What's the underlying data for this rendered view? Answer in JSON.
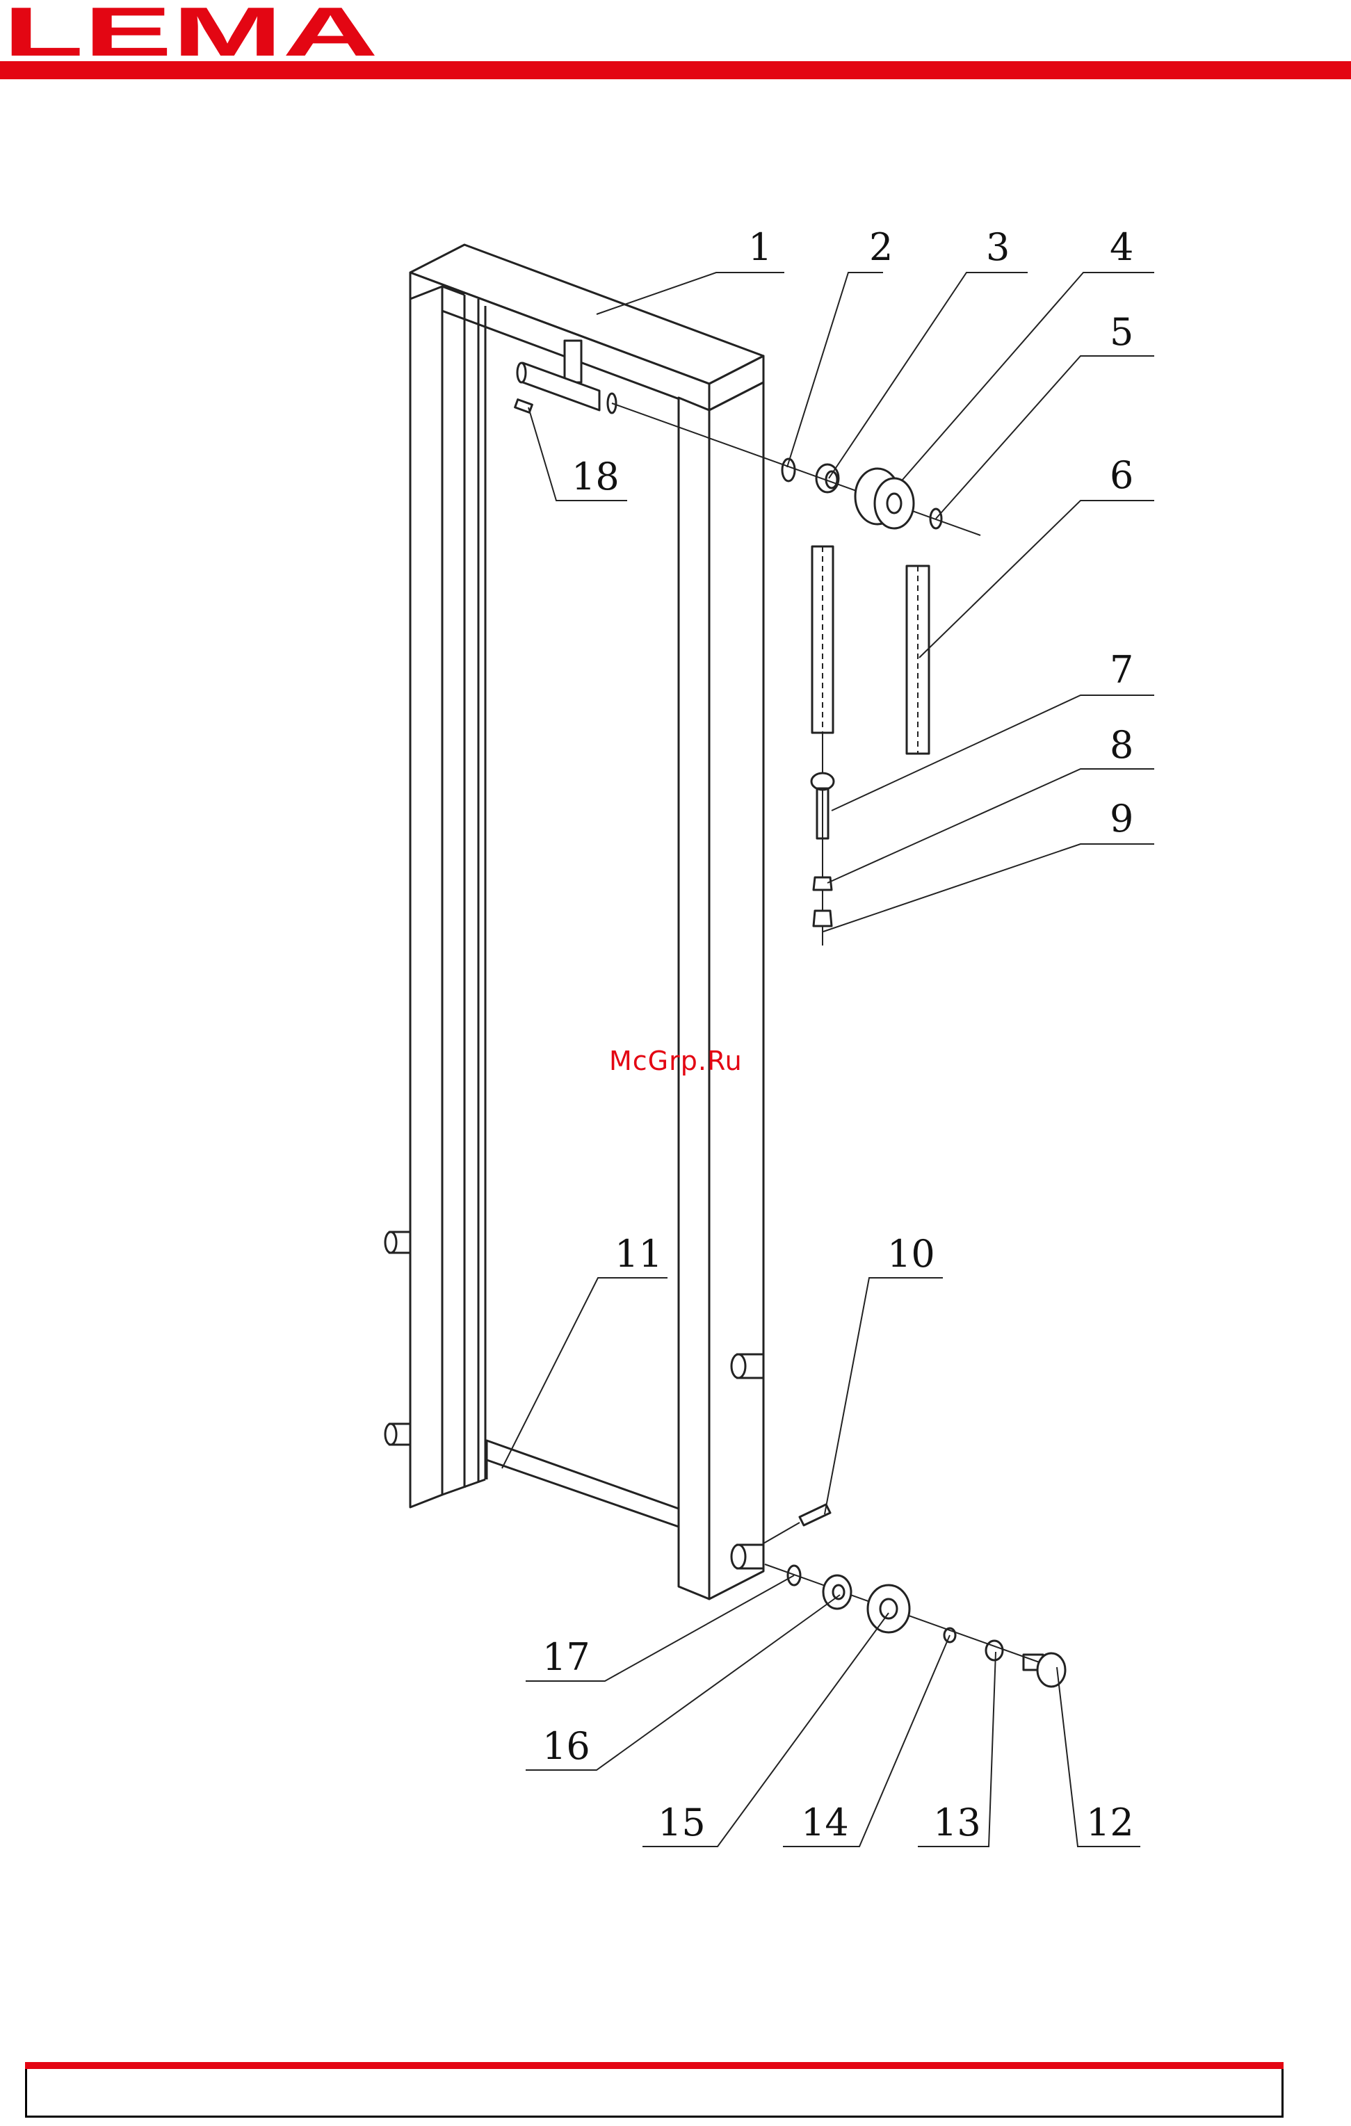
{
  "header": {
    "logo_text": "LEMA",
    "brand_color": "#e30613"
  },
  "watermark": "McGrp.Ru",
  "callouts": [
    "1",
    "2",
    "3",
    "4",
    "5",
    "6",
    "7",
    "8",
    "9",
    "10",
    "11",
    "12",
    "13",
    "14",
    "15",
    "16",
    "17",
    "18"
  ],
  "colors": {
    "line": "#222222",
    "accent": "#e30613"
  }
}
